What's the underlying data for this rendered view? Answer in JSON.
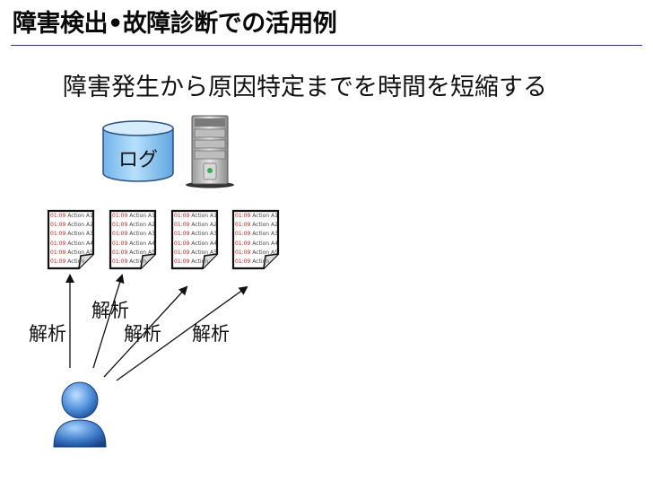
{
  "slide": {
    "title": "障害検出•故障診断での活用例",
    "subtitle": "障害発生から原因特定までを時間を短縮する"
  },
  "db": {
    "label": "ログ"
  },
  "logs": [
    {
      "lines": [
        {
          "time": "01:09",
          "action": "Action A1"
        },
        {
          "time": "01:09",
          "action": "Action A2"
        },
        {
          "time": "01:09",
          "action": "Action A3"
        },
        {
          "time": "01:09",
          "action": "Action A4"
        },
        {
          "time": "01:09",
          "action": "Action A5"
        },
        {
          "time": "01:09",
          "action": "Action"
        }
      ]
    },
    {
      "lines": [
        {
          "time": "01:09",
          "action": "Action A1"
        },
        {
          "time": "01:09",
          "action": "Action A2"
        },
        {
          "time": "01:09",
          "action": "Action A3"
        },
        {
          "time": "01:09",
          "action": "Action A4"
        },
        {
          "time": "01:09",
          "action": "Action A5"
        },
        {
          "time": "01:09",
          "action": "Action"
        }
      ]
    },
    {
      "lines": [
        {
          "time": "01:09",
          "action": "Action A1"
        },
        {
          "time": "01:09",
          "action": "Action A2"
        },
        {
          "time": "01:09",
          "action": "Action A3"
        },
        {
          "time": "01:09",
          "action": "Action A4"
        },
        {
          "time": "01:09",
          "action": "Action A5"
        },
        {
          "time": "01:09",
          "action": "Action"
        }
      ]
    },
    {
      "lines": [
        {
          "time": "01:09",
          "action": "Action A1"
        },
        {
          "time": "01:09",
          "action": "Action A2"
        },
        {
          "time": "01:09",
          "action": "Action A3"
        },
        {
          "time": "01:09",
          "action": "Action A4"
        },
        {
          "time": "01:09",
          "action": "Action A5"
        },
        {
          "time": "01:09",
          "action": "Action"
        }
      ]
    }
  ],
  "analysis_labels": [
    "解析",
    "解析",
    "解析",
    "解析"
  ],
  "colors": {
    "rule": "#2f3e6e",
    "db_fill": "#8ec8f0",
    "log_time": "#d02020",
    "user_blue": "#3a78c8"
  },
  "icons": {
    "database": "database-icon",
    "server": "server-icon",
    "log": "log-file-icon",
    "user": "user-icon"
  }
}
